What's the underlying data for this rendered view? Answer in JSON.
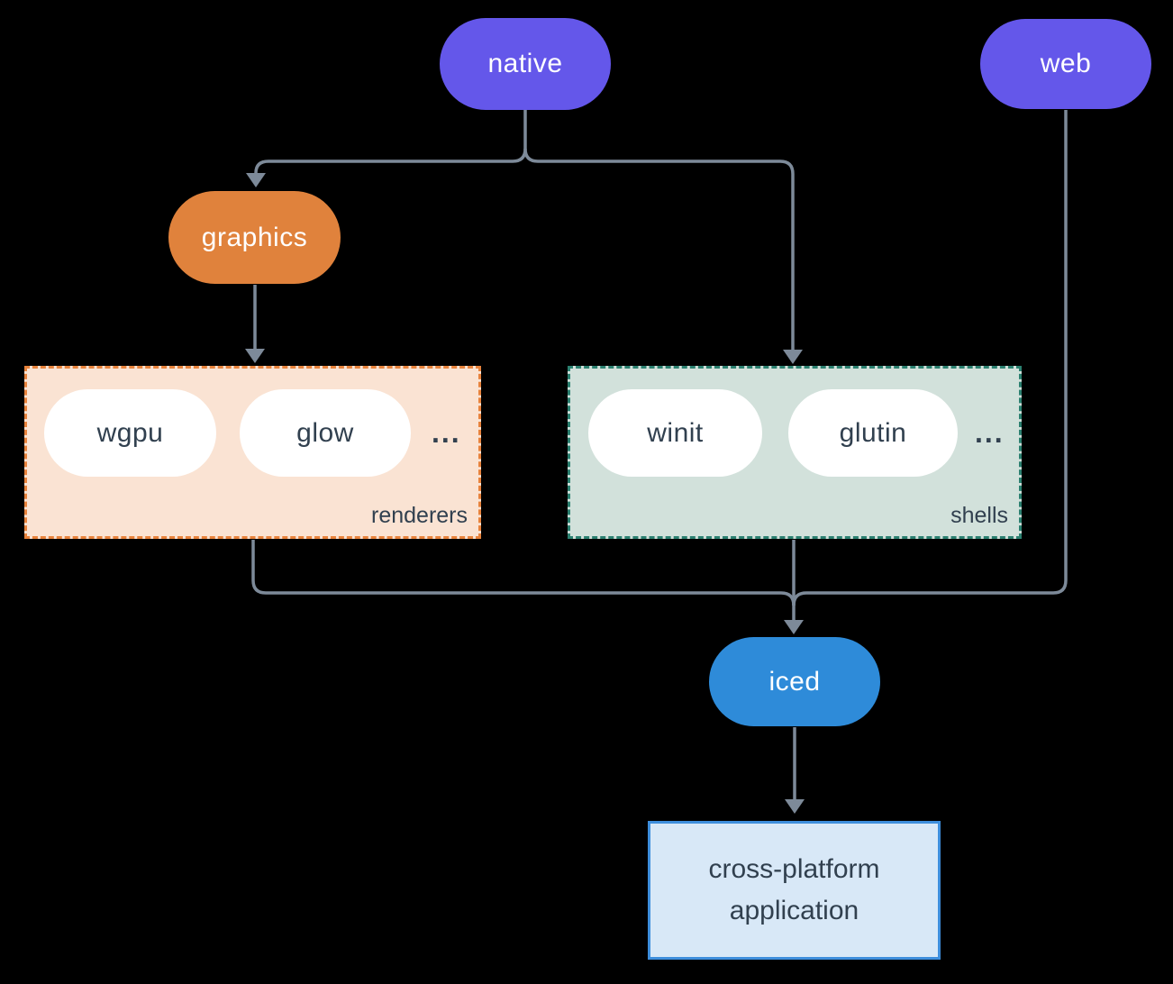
{
  "diagram": {
    "nodes": {
      "native": {
        "label": "native"
      },
      "web": {
        "label": "web"
      },
      "graphics": {
        "label": "graphics"
      },
      "iced": {
        "label": "iced"
      },
      "application": {
        "label_line1": "cross-platform",
        "label_line2": "application"
      }
    },
    "groups": {
      "renderers": {
        "label": "renderers",
        "items": [
          "wgpu",
          "glow"
        ],
        "more": "..."
      },
      "shells": {
        "label": "shells",
        "items": [
          "winit",
          "glutin"
        ],
        "more": "..."
      }
    },
    "edges": [
      {
        "from": "native",
        "to": "graphics"
      },
      {
        "from": "native",
        "to": "shells"
      },
      {
        "from": "graphics",
        "to": "renderers"
      },
      {
        "from": "renderers",
        "to": "iced"
      },
      {
        "from": "shells",
        "to": "iced"
      },
      {
        "from": "web",
        "to": "iced"
      },
      {
        "from": "iced",
        "to": "application"
      }
    ]
  },
  "colors": {
    "background": "#000000",
    "purple": "#6457ea",
    "orange": "#e0823c",
    "blue": "#2e8bd9",
    "renderers_bg": "#fae3d3",
    "renderers_border": "#e8833c",
    "shells_bg": "#d2e1db",
    "shells_border": "#2b8070",
    "app_bg": "#d8e8f7",
    "app_border": "#3e8edc",
    "line": "#7d8a99",
    "dark_text": "#31404f",
    "node_text": "#ffffff"
  }
}
